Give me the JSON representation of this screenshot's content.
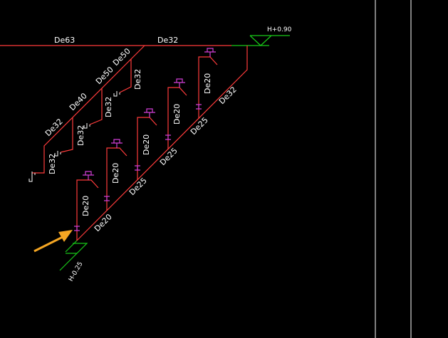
{
  "labels": {
    "main_de63": "De63",
    "main_de32": "De32",
    "elev_top": "H+0.90",
    "elev_bottom": "H-0.25",
    "left_de32_1": "De32",
    "left_de40": "De40",
    "left_de50_a": "De50",
    "left_de50_b": "De50",
    "left_b1": "De32",
    "left_b2": "De32",
    "left_b3": "De32",
    "left_b4": "De32",
    "rt_riser": "De32",
    "rt_d25_a": "De25",
    "rt_d25_b": "De25",
    "rt_d25_c": "De25",
    "rt_d20": "De20",
    "b_1": "De20",
    "b_2": "De20",
    "b_3": "De20",
    "b_4": "De20",
    "b_5": "De20"
  },
  "colors": {
    "pipe": "#ff3b3b",
    "ground": "#18c918",
    "fixture": "#d13fd6",
    "arrow": "#f5a623",
    "frame": "#ffffff",
    "background": "#000000"
  }
}
